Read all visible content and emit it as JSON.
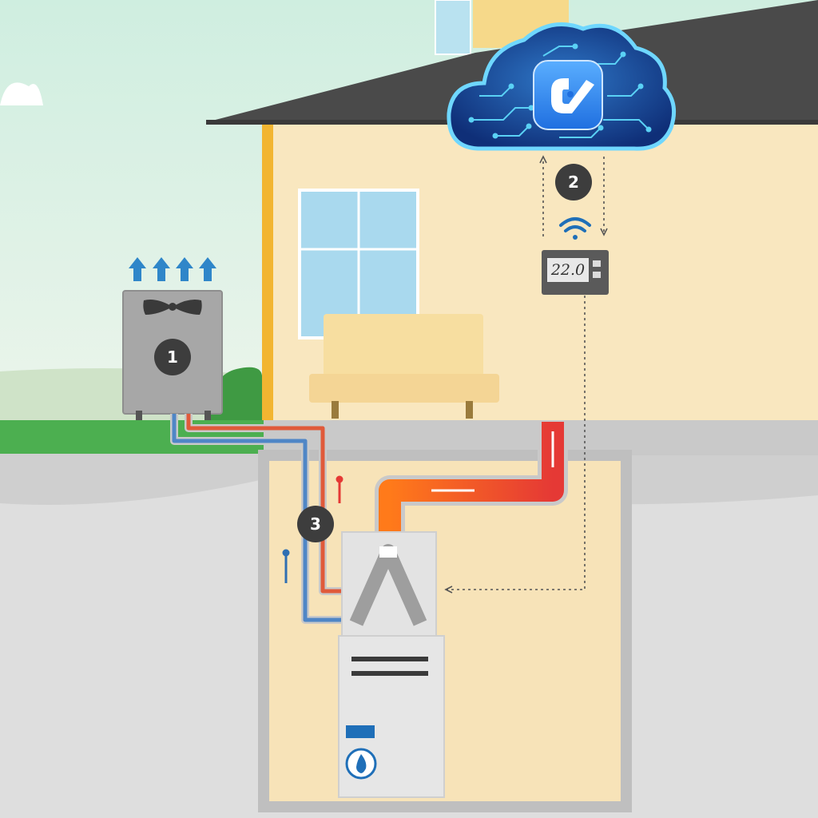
{
  "markers": [
    {
      "label": "1"
    },
    {
      "label": "2"
    },
    {
      "label": "3"
    }
  ],
  "thermostat": {
    "display": "22.0"
  },
  "colors": {
    "sky": "#bfe3d4",
    "house_wall": "#f9e7bf",
    "roof": "#4a4a4a",
    "grass": "#4caf50",
    "ground": "#dedede",
    "basement": "#f7e3b8",
    "hot_line": "#e53935",
    "cold_line": "#4f86c6",
    "cloud": "#1e4fa0",
    "circuit": "#5ad1f5"
  },
  "icons": [
    "fan-icon",
    "wifi-icon",
    "flame-icon",
    "app-logo-icon",
    "circuit-cloud-icon",
    "up-arrow-icon"
  ]
}
